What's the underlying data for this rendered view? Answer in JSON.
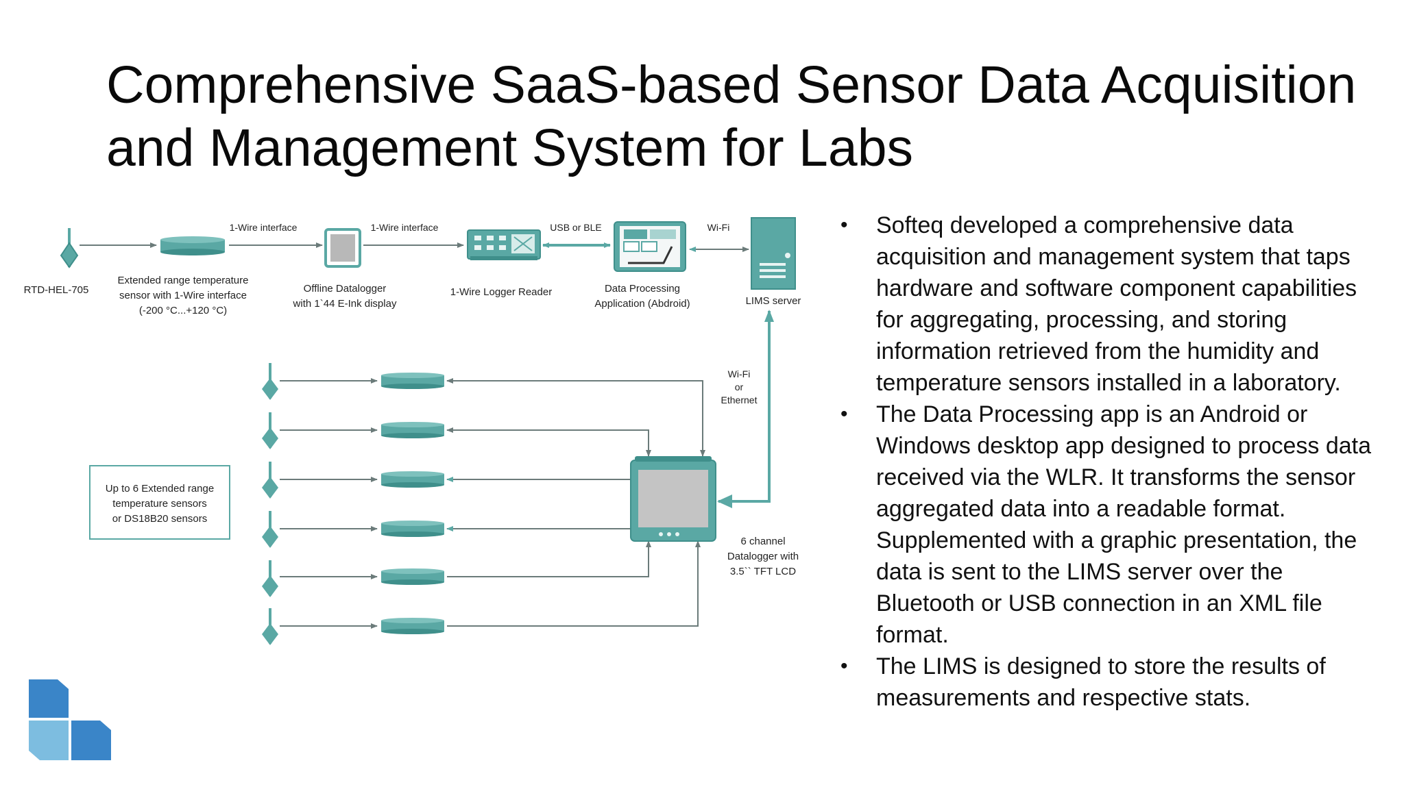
{
  "slide": {
    "title_line1": "Comprehensive SaaS-based Sensor Data Acquisition",
    "title_line2": "and Management System for Labs"
  },
  "diagram": {
    "labels": {
      "rtd": "RTD-HEL-705",
      "sensor_line1": "Extended range temperature",
      "sensor_line2": "sensor with 1-Wire interface",
      "sensor_line3": "(-200 °C...+120 °C)",
      "wire1": "1-Wire interface",
      "wire2": "1-Wire interface",
      "datalogger_line1": "Offline Datalogger",
      "datalogger_line2": "with 1`44 E-Ink display",
      "reader": "1-Wire Logger Reader",
      "usb_ble": "USB or BLE",
      "app_line1": "Data Processing",
      "app_line2": "Application (Abdroid)",
      "wifi": "Wi-Fi",
      "lims": "LIMS server",
      "wifi_eth_line1": "Wi-Fi",
      "wifi_eth_line2": "or",
      "wifi_eth_line3": "Ethernet",
      "box_line1": "Up to 6 Extended range",
      "box_line2": "temperature sensors",
      "box_line3": "or DS18B20 sensors",
      "ch6_line1": "6 channel",
      "ch6_line2": "Datalogger with",
      "ch6_line3": "3.5`` TFT LCD"
    }
  },
  "bullets": {
    "items": [
      "Softeq developed a comprehensive data acquisition and management system that taps hardware and software component capabilities for aggregating, processing, and storing information retrieved from the humidity and temperature sensors installed in a laboratory.",
      "The Data Processing app is an Android or Windows desktop app designed to process data received via the WLR. It transforms the sensor aggregated data into a readable format. Supplemented with a graphic presentation, the data is sent to the LIMS server over the Bluetooth or USB connection in an XML file format.",
      "The LIMS is designed to store the results of measurements and respective stats."
    ]
  },
  "colors": {
    "teal": "#5aa8a4",
    "teal_dark": "#3f8f8b",
    "logo_dark_blue": "#3a85c8",
    "logo_light_blue": "#7dbde0"
  }
}
